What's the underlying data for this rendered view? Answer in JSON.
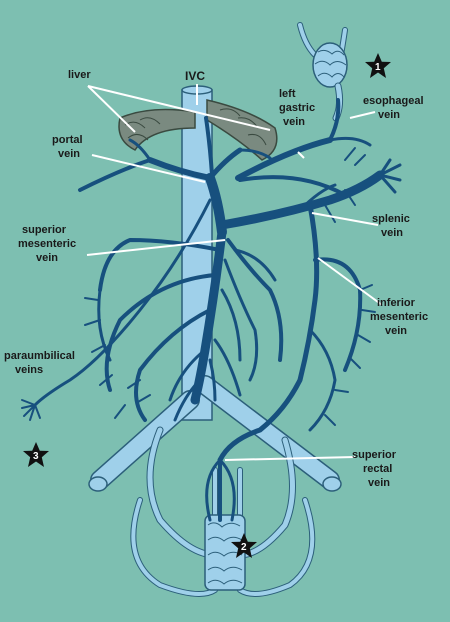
{
  "labels": {
    "ivc": "IVC",
    "liver": "liver",
    "left_gastric": [
      "left",
      "gastric",
      "vein"
    ],
    "esophageal": [
      "esophageal",
      "vein"
    ],
    "portal": [
      "portal",
      "vein"
    ],
    "superior_mesenteric": [
      "superior",
      "mesenteric",
      "vein"
    ],
    "splenic": [
      "splenic",
      "vein"
    ],
    "inferior_mesenteric": [
      "inferior",
      "mesenteric",
      "vein"
    ],
    "paraumbilical": [
      "paraumbilical",
      "veins"
    ],
    "superior_rectal": [
      "superior",
      "rectal",
      "vein"
    ]
  },
  "markers": [
    "1",
    "2",
    "3"
  ],
  "colors": {
    "background": "#7dbfb1",
    "dark_vein": "#17507e",
    "light_vein": "#9fd0ea",
    "leader_line": "#ffffff",
    "star": "#111111"
  }
}
